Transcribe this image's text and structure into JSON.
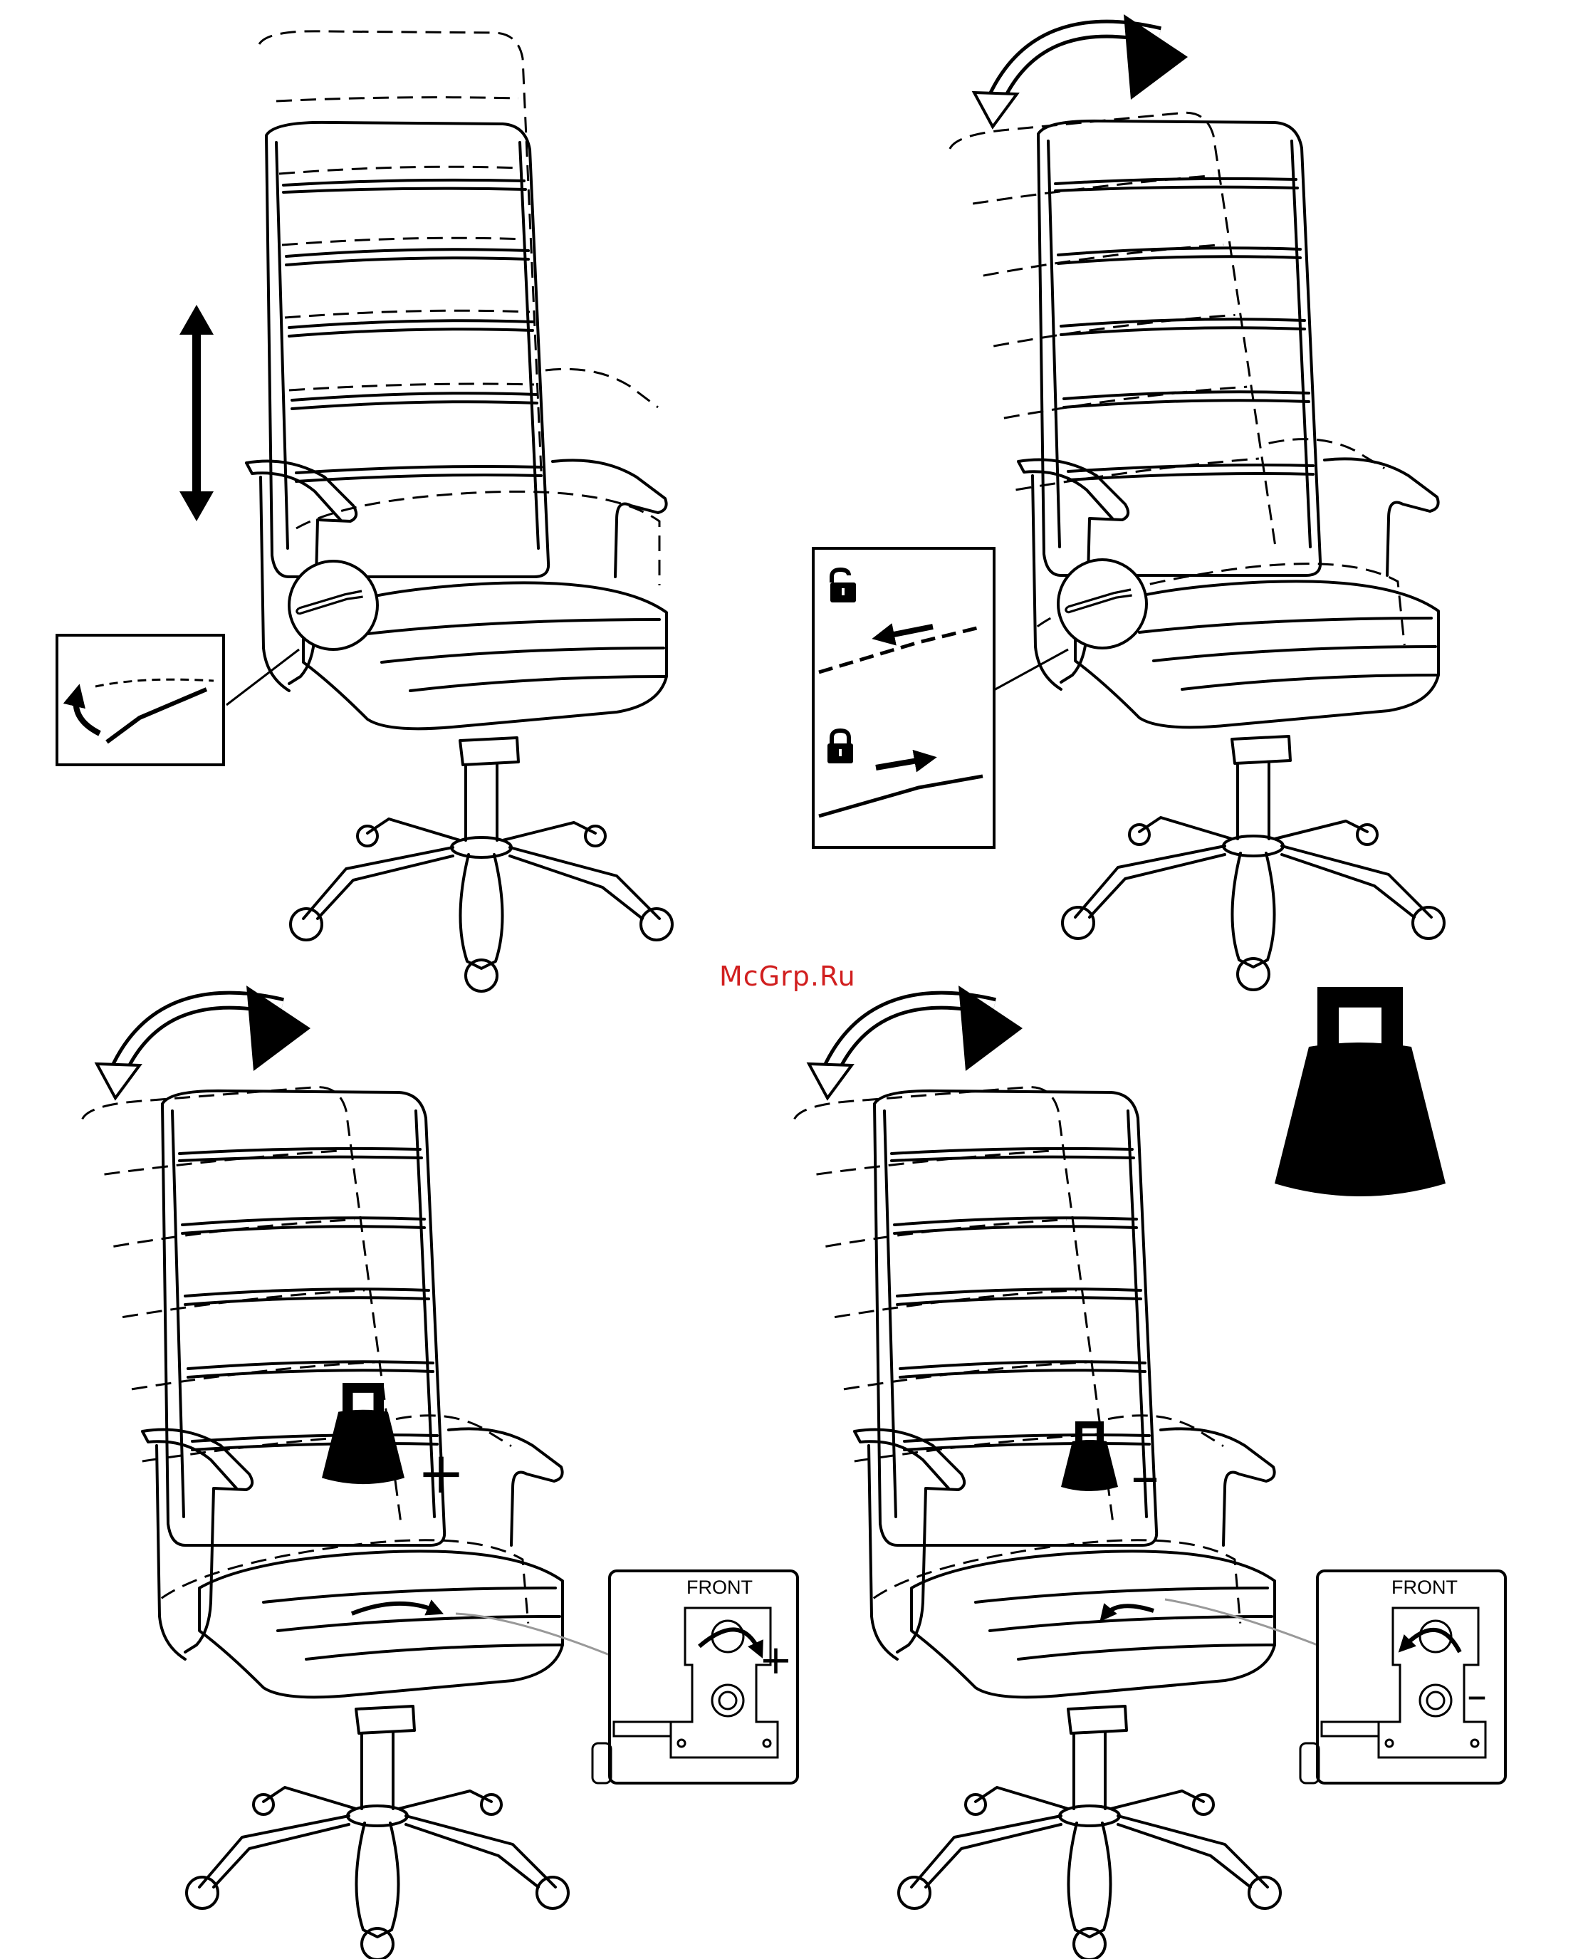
{
  "watermark": {
    "text": "McGrp.Ru",
    "color": "#d11f1f"
  },
  "panels": [
    {
      "id": "height-adjustment",
      "icon": "double-arrow-vertical-icon",
      "inset_icon": "lever-lift-icon"
    },
    {
      "id": "tilt-lock",
      "icon": "rocking-arrow-icon",
      "unlock_icon": "unlocked-padlock-icon",
      "lock_icon": "locked-padlock-icon"
    },
    {
      "id": "tension-increase",
      "icon": "rocking-arrow-icon",
      "weight_icon": "weight-icon",
      "sign": "+",
      "inset": {
        "label": "FRONT",
        "sign": "+"
      }
    },
    {
      "id": "tension-decrease",
      "icon": "rocking-arrow-icon",
      "weight_icon": "weight-icon",
      "sign": "–",
      "inset": {
        "label": "FRONT",
        "sign": "–"
      }
    }
  ],
  "legend_weight_icon": "weight-icon",
  "colors": {
    "line": "#000000",
    "background": "#ffffff"
  }
}
